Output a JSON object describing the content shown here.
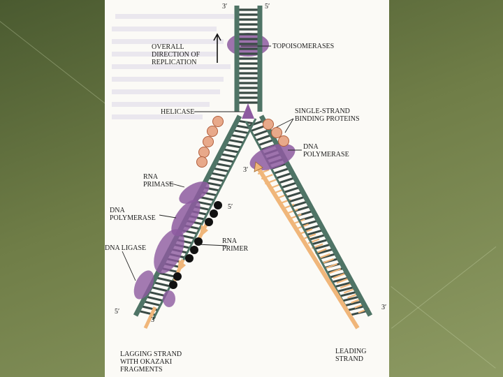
{
  "labels": {
    "direction": "OVERALL\nDIRECTION OF\nREPLICATION",
    "topoisomerases": "TOPOISOMERASES",
    "helicase": "HELICASE",
    "ssb": "SINGLE-STRAND\nBINDING PROTEINS",
    "dna_pol_right": "DNA\nPOLYMERASE",
    "rna_primase": "RNA\nPRIMASE",
    "dna_pol_left": "DNA\nPOLYMERASE",
    "rna_primer": "RNA\nPRIMER",
    "dna_ligase": "DNA LIGASE",
    "lagging": "LAGGING STRAND\nWITH OKAZAKI\nFRAGMENTS",
    "leading": "LEADING\nSTRAND"
  },
  "ends": {
    "top_left": "3′",
    "top_right": "5′",
    "lagging_primer_end": "5′",
    "leading_primer_end": "3′",
    "bottom_left": "5′",
    "lagging_bottom": "3′",
    "bottom_right": "3′"
  },
  "colors": {
    "backbone": "#4f7466",
    "rung": "#3a4a45",
    "enzyme": "#8d5aa0",
    "ssb": "#e8a98a",
    "new_strand": "#f0b67a",
    "primer": "#111111",
    "slide_bg": "#fbfaf6"
  }
}
